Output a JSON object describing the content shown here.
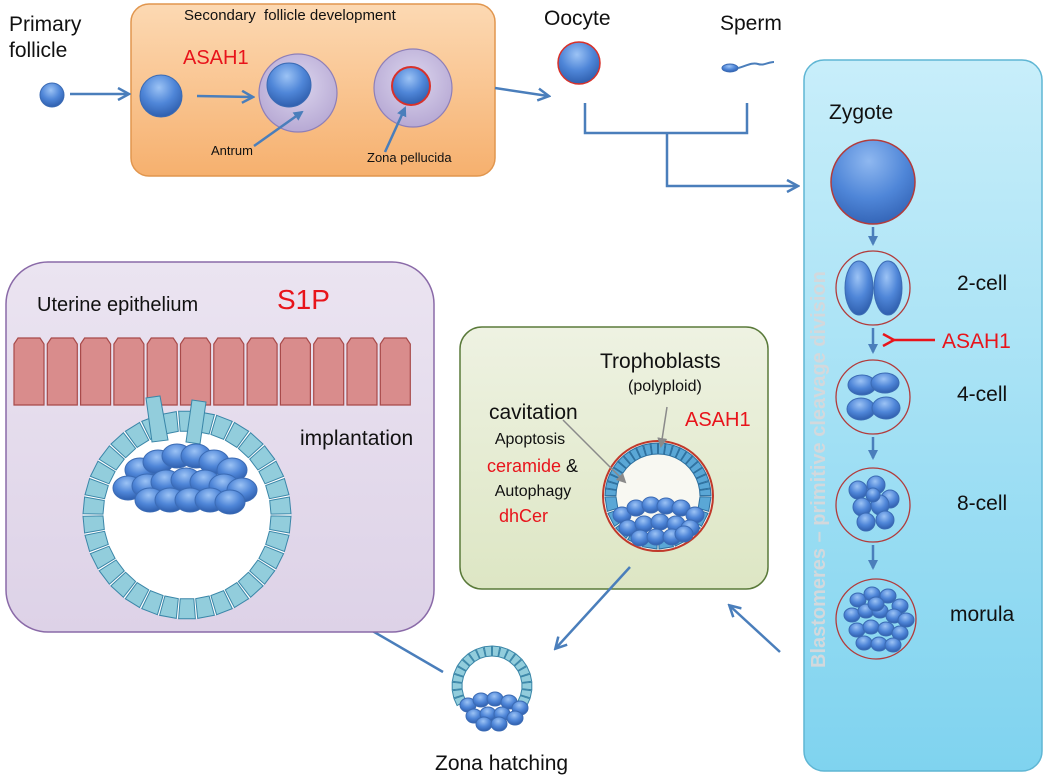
{
  "labels": {
    "primary_follicle": "Primary\nfollicle",
    "secondary_title": "Secondary  follicle development",
    "asah1_follicle": "ASAH1",
    "antrum": "Antrum",
    "zona_pellucida": "Zona pellucida",
    "oocyte": "Oocyte",
    "sperm": "Sperm",
    "zygote": "Zygote",
    "cleavage_vertical": "Blastomeres – primitive cleavage division",
    "two_cell": "2-cell",
    "asah1_cleavage": "ASAH1",
    "four_cell": "4-cell",
    "eight_cell": "8-cell",
    "morula": "morula",
    "trophoblasts": "Trophoblasts",
    "polyploid": "(polyploid)",
    "cavitation": "cavitation",
    "apoptosis": "Apoptosis",
    "ceramide": "ceramide",
    "ampersand": "&",
    "autophagy": "Autophagy",
    "dhcer": "dhCer",
    "asah1_blastocyst": "ASAH1",
    "uterine_epithelium": "Uterine epithelium",
    "s1p": "S1P",
    "implantation": "implantation",
    "zona_hatching": "Zona hatching"
  },
  "colors": {
    "follicle_box": "#f9c089",
    "cleavage_panel": "#8fdcf3",
    "blastocyst_box": "#e8eed7",
    "uterine_box": "#e5dcec",
    "cell_blue": "#4f86d8",
    "zona_red": "#c0392b",
    "arrow_blue": "#4a7ebb",
    "epithelium": "#d98c8c",
    "trophoblast": "#92cddc",
    "highlight_red": "#e8141b"
  }
}
